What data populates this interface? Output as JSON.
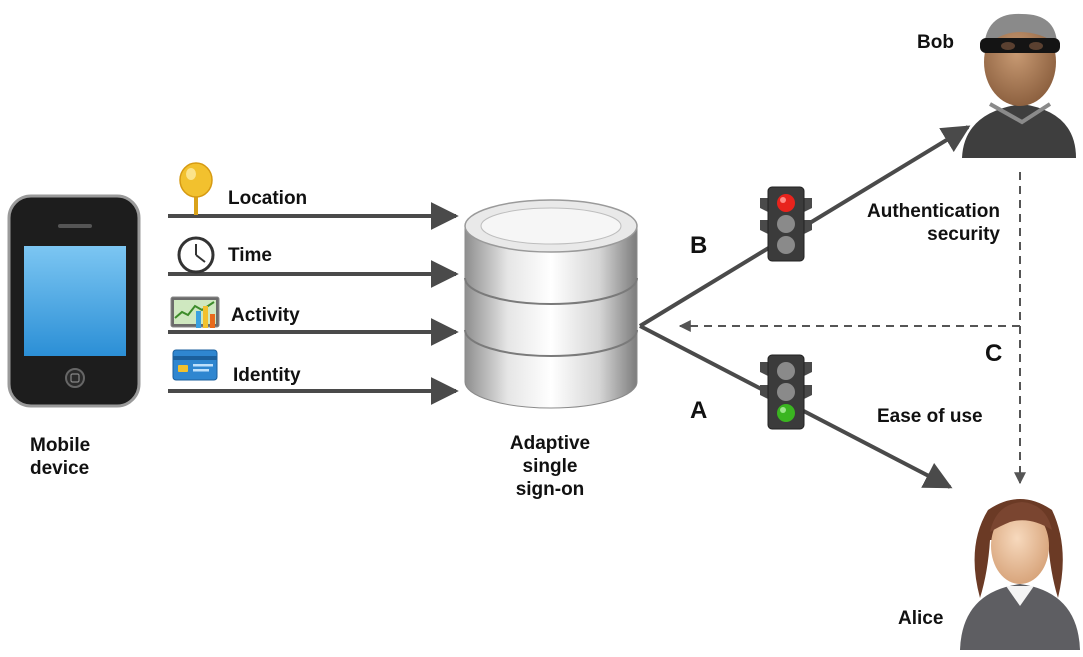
{
  "device": {
    "label_line1": "Mobile",
    "label_line2": "device"
  },
  "inputs": [
    {
      "label": "Location",
      "icon": "map-pin-icon"
    },
    {
      "label": "Time",
      "icon": "clock-icon"
    },
    {
      "label": "Activity",
      "icon": "activity-chart-icon"
    },
    {
      "label": "Identity",
      "icon": "id-card-icon"
    }
  ],
  "server": {
    "label_line1": "Adaptive",
    "label_line2": "single",
    "label_line3": "sign-on",
    "icon": "database-icon"
  },
  "paths": {
    "b_label": "B",
    "a_label": "A",
    "c_label": "C",
    "b_description_line1": "Authentication",
    "b_description_line2": "security",
    "a_description": "Ease of use"
  },
  "traffic_lights": [
    {
      "name": "red-light",
      "active_color": "#e8231c"
    },
    {
      "name": "green-light",
      "active_color": "#3ab520"
    }
  ],
  "users": {
    "attacker": "Bob",
    "legit": "Alice"
  },
  "colors": {
    "arrow": "#4a4a4a",
    "phone_screen": "#3aa0e0",
    "pin": "#f2c12e"
  }
}
